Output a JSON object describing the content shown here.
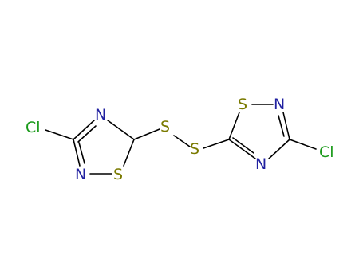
{
  "molecule": {
    "atoms": {
      "cl_left": {
        "symbol": "Cl"
      },
      "n_top_left": {
        "symbol": "N"
      },
      "n_bottom_left": {
        "symbol": "N"
      },
      "s_ring_left": {
        "symbol": "S"
      },
      "s_link_left": {
        "symbol": "S"
      },
      "s_link_right": {
        "symbol": "S"
      },
      "s_ring_right": {
        "symbol": "S"
      },
      "n_top_right": {
        "symbol": "N"
      },
      "n_bottom_right": {
        "symbol": "N"
      },
      "cl_right": {
        "symbol": "Cl"
      }
    },
    "colors": {
      "chlorine": "#1a9a1a",
      "nitrogen": "#2020a0",
      "sulfur": "#7a7a00",
      "bond": "#000000"
    }
  }
}
